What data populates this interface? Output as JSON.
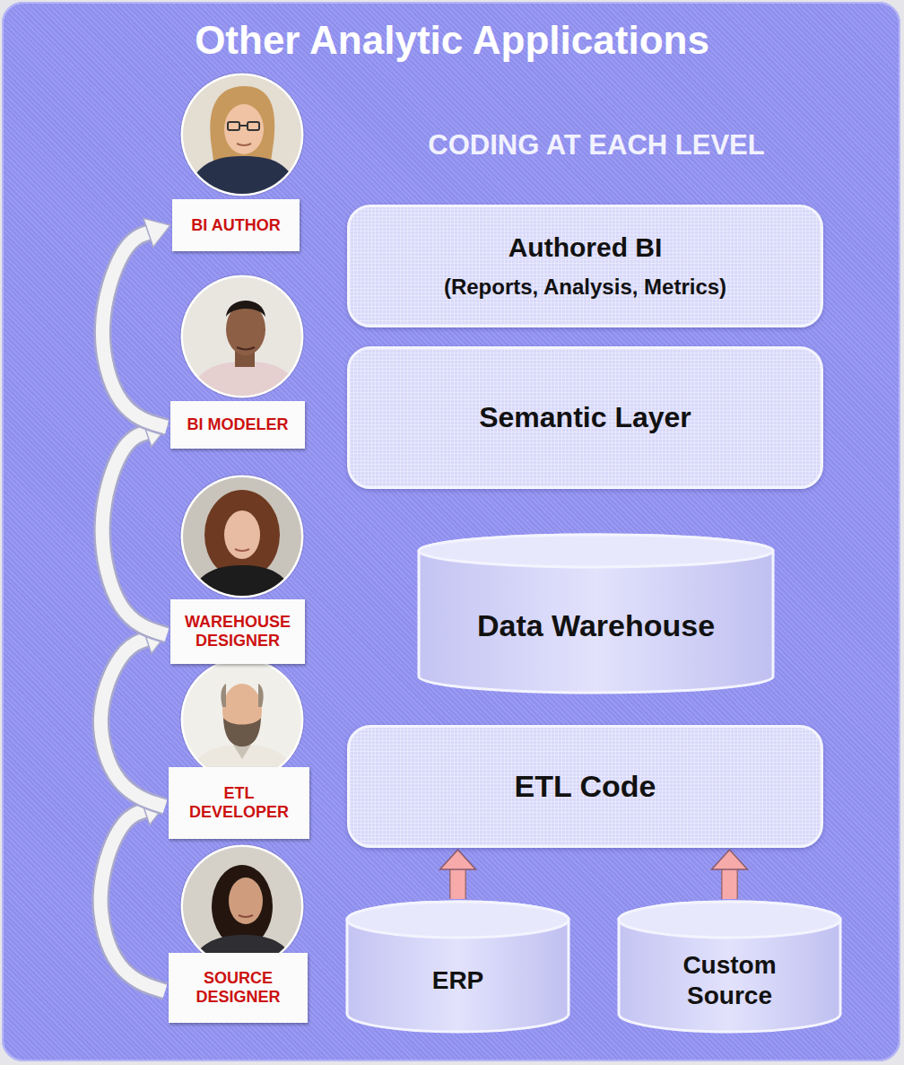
{
  "diagram": {
    "title": "Other Analytic Applications",
    "nodes": [
      {
        "text": [
          "BI AUTHOR"
        ]
      },
      {
        "text": [
          "Authored BI",
          "(Reports, Analysis, Metrics)"
        ]
      },
      {
        "text": [
          "BI MODELER"
        ]
      },
      {
        "text": [
          "Semantic Layer"
        ]
      },
      {
        "text": [
          "WAREHOUSE DESIGNER"
        ]
      },
      {
        "text": [
          "Data Warehouse"
        ]
      },
      {
        "text": [
          "ETL DEVELOPER"
        ]
      },
      {
        "text": [
          "ETL Code"
        ]
      },
      {
        "text": [
          "SOURCE DESIGNER"
        ]
      },
      {
        "text": [
          "ERP"
        ]
      },
      {
        "text": [
          "Custom Source"
        ]
      }
    ],
    "edges": [
      {
        "from": 8,
        "to": 6,
        "arrow": "to"
      },
      {
        "from": 6,
        "to": 4,
        "arrow": "to"
      },
      {
        "from": 4,
        "to": 2,
        "arrow": "to"
      },
      {
        "from": 2,
        "to": 0,
        "arrow": "to"
      },
      {
        "from": 9,
        "to": 7,
        "arrow": "to"
      },
      {
        "from": 10,
        "to": 7,
        "arrow": "to"
      }
    ],
    "labels": [
      "CODING AT EACH LEVEL"
    ]
  }
}
